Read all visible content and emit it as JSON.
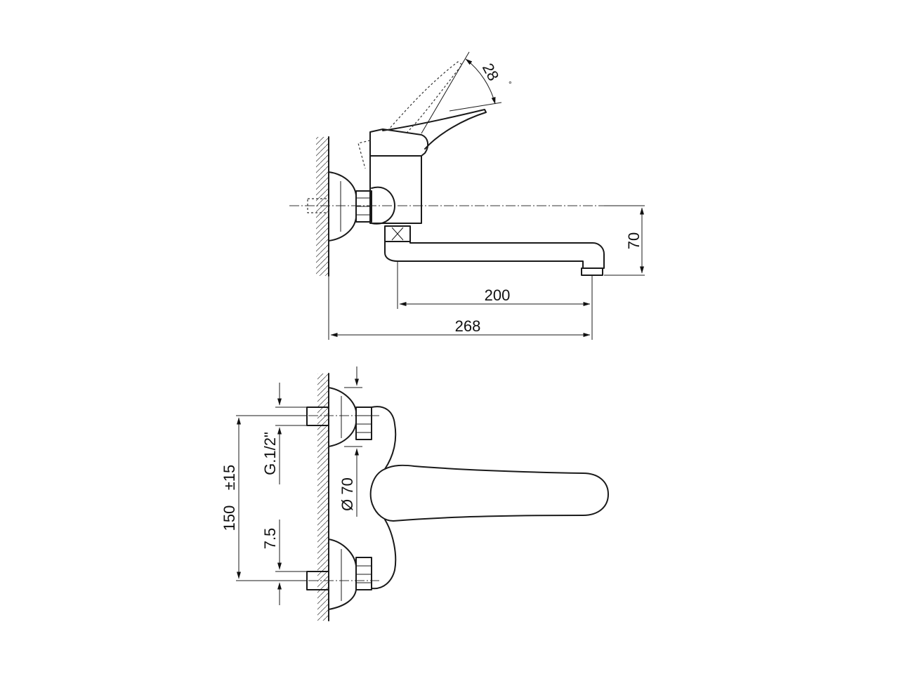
{
  "side_view": {
    "angle_value": "28",
    "angle_unit": "°",
    "height_dim": "70",
    "spout_dim": "200",
    "depth_dim": "268"
  },
  "front_view": {
    "centers_dim": "150",
    "tolerance_dim": "±15",
    "thread_dim": "G.1/2\"",
    "rosette_dim": "Ø 70",
    "offset_dim": "7.5"
  }
}
